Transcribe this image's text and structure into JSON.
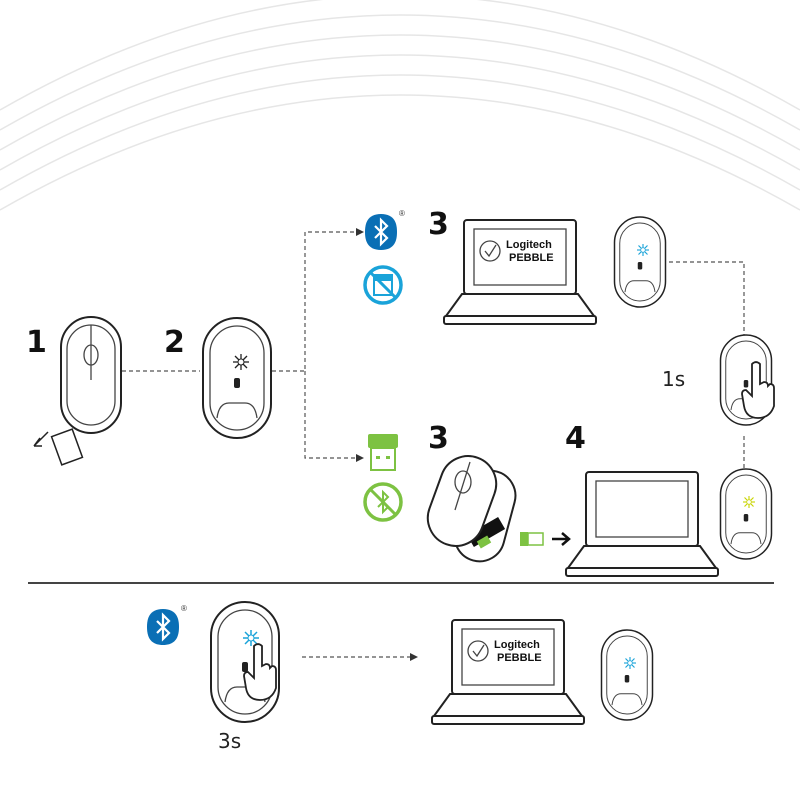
{
  "steps": {
    "s1": "1",
    "s2": "2",
    "s3a": "3",
    "s3b": "3",
    "s4": "4"
  },
  "timers": {
    "one": "1s",
    "three": "3s"
  },
  "screen": {
    "brand": "Logitech",
    "model": "PEBBLE"
  },
  "registered": "®",
  "colors": {
    "bluetooth": "#0a6fb5",
    "cyan": "#1aa3d9",
    "green": "#7dc242",
    "line": "#555555"
  },
  "icons": [
    "bluetooth-icon",
    "no-receiver-icon",
    "usb-receiver-icon",
    "no-bluetooth-icon",
    "laptop-icon",
    "mouse-icon",
    "hand-press-icon"
  ]
}
